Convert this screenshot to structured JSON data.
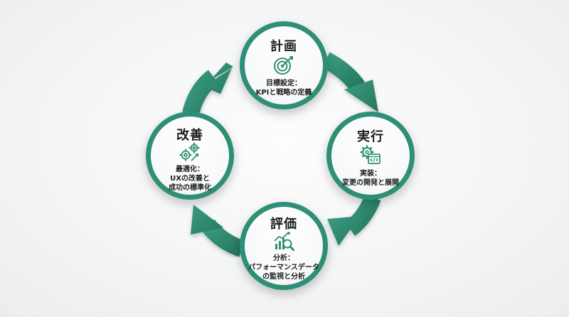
{
  "diagram": {
    "accent_color": "#2f8f76",
    "flow": "clockwise",
    "nodes": [
      {
        "id": "plan",
        "title": "計画",
        "icon": "target-icon",
        "desc": "目標設定：\nKPIと戦略の定義"
      },
      {
        "id": "execute",
        "title": "実行",
        "icon": "gear-code-icon",
        "desc": "実装：\n変更の開発と展開"
      },
      {
        "id": "evaluate",
        "title": "評価",
        "icon": "chart-magnifier-icon",
        "desc": "分析：\nパフォーマンスデータ\nの監視と分析"
      },
      {
        "id": "improve",
        "title": "改善",
        "icon": "gears-arrow-icon",
        "desc": "最適化：\nUXの改善と\n成功の標準化"
      }
    ]
  }
}
